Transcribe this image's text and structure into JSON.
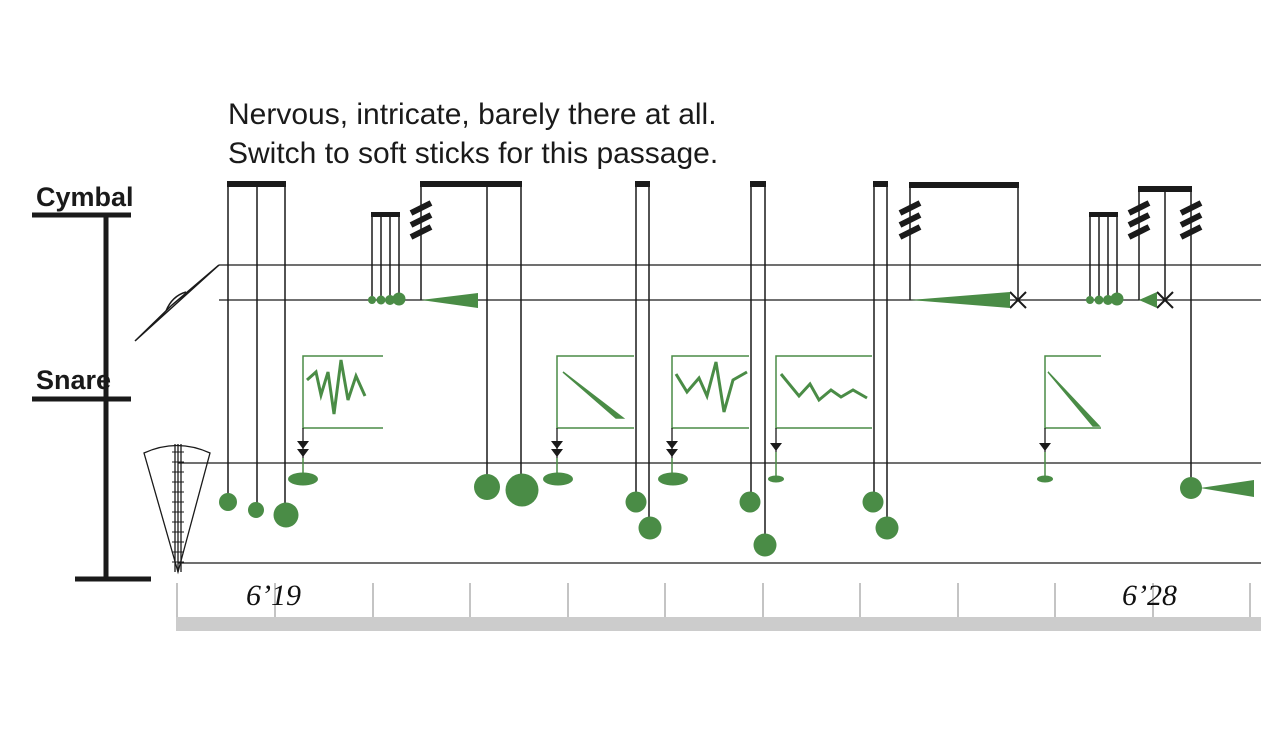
{
  "instructions": {
    "line1": "Nervous, intricate, barely there at all.",
    "line2": "Switch to soft sticks for this passage."
  },
  "staff_labels": {
    "cymbal": "Cymbal",
    "snare": "Snare"
  },
  "timeline": {
    "start_label": "6’19",
    "end_label": "6’28"
  },
  "colors": {
    "ink": "#1a1a1a",
    "green": "#4a8c46",
    "timeline_bar": "#cccccc",
    "tick": "#c4c4c4"
  }
}
